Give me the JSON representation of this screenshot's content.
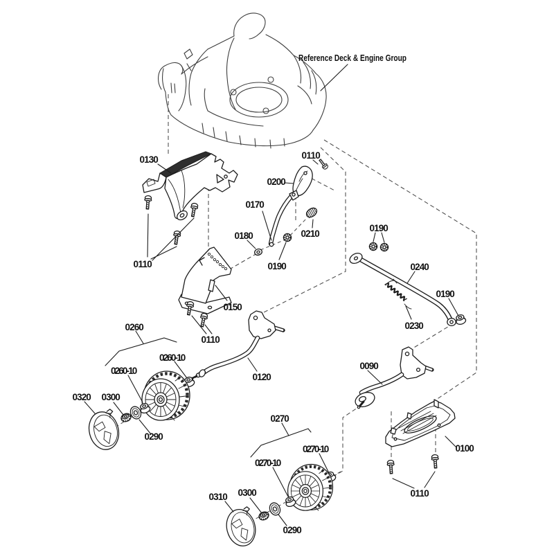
{
  "figure_type": "exploded-parts-diagram",
  "colors": {
    "background": "#ffffff",
    "ink": "#1c1c1c",
    "dash_lines": "#4a4a4a",
    "dark_shading": "#2e2e2e"
  },
  "labels": {
    "ref_title": "Reference Deck & Engine Group",
    "l0130": "0130",
    "l0110_deck": "0110",
    "l0110_housing": "0110",
    "l0110_bracket": "0110",
    "l0110_skid": "0110",
    "l0200": "0200",
    "l0170": "0170",
    "l0180": "0180",
    "l0210": "0210",
    "l0190_left": "0190",
    "l0190_pair": "0190",
    "l0190_right": "0190",
    "l0150": "0150",
    "l0240": "0240",
    "l0230": "0230",
    "l0120": "0120",
    "l0090": "0090",
    "l0100": "0100",
    "l0260": "0260",
    "l0260_10_outer": "0260-10",
    "l0260_10_inner": "0260-10",
    "l0270": "0270",
    "l0270_10_outer": "0270-10",
    "l0270_10_inner": "0270-10",
    "l0290_front": "0290",
    "l0290_rear": "0290",
    "l0300_front": "0300",
    "l0300_rear": "0300",
    "l0310": "0310",
    "l0320": "0320"
  }
}
